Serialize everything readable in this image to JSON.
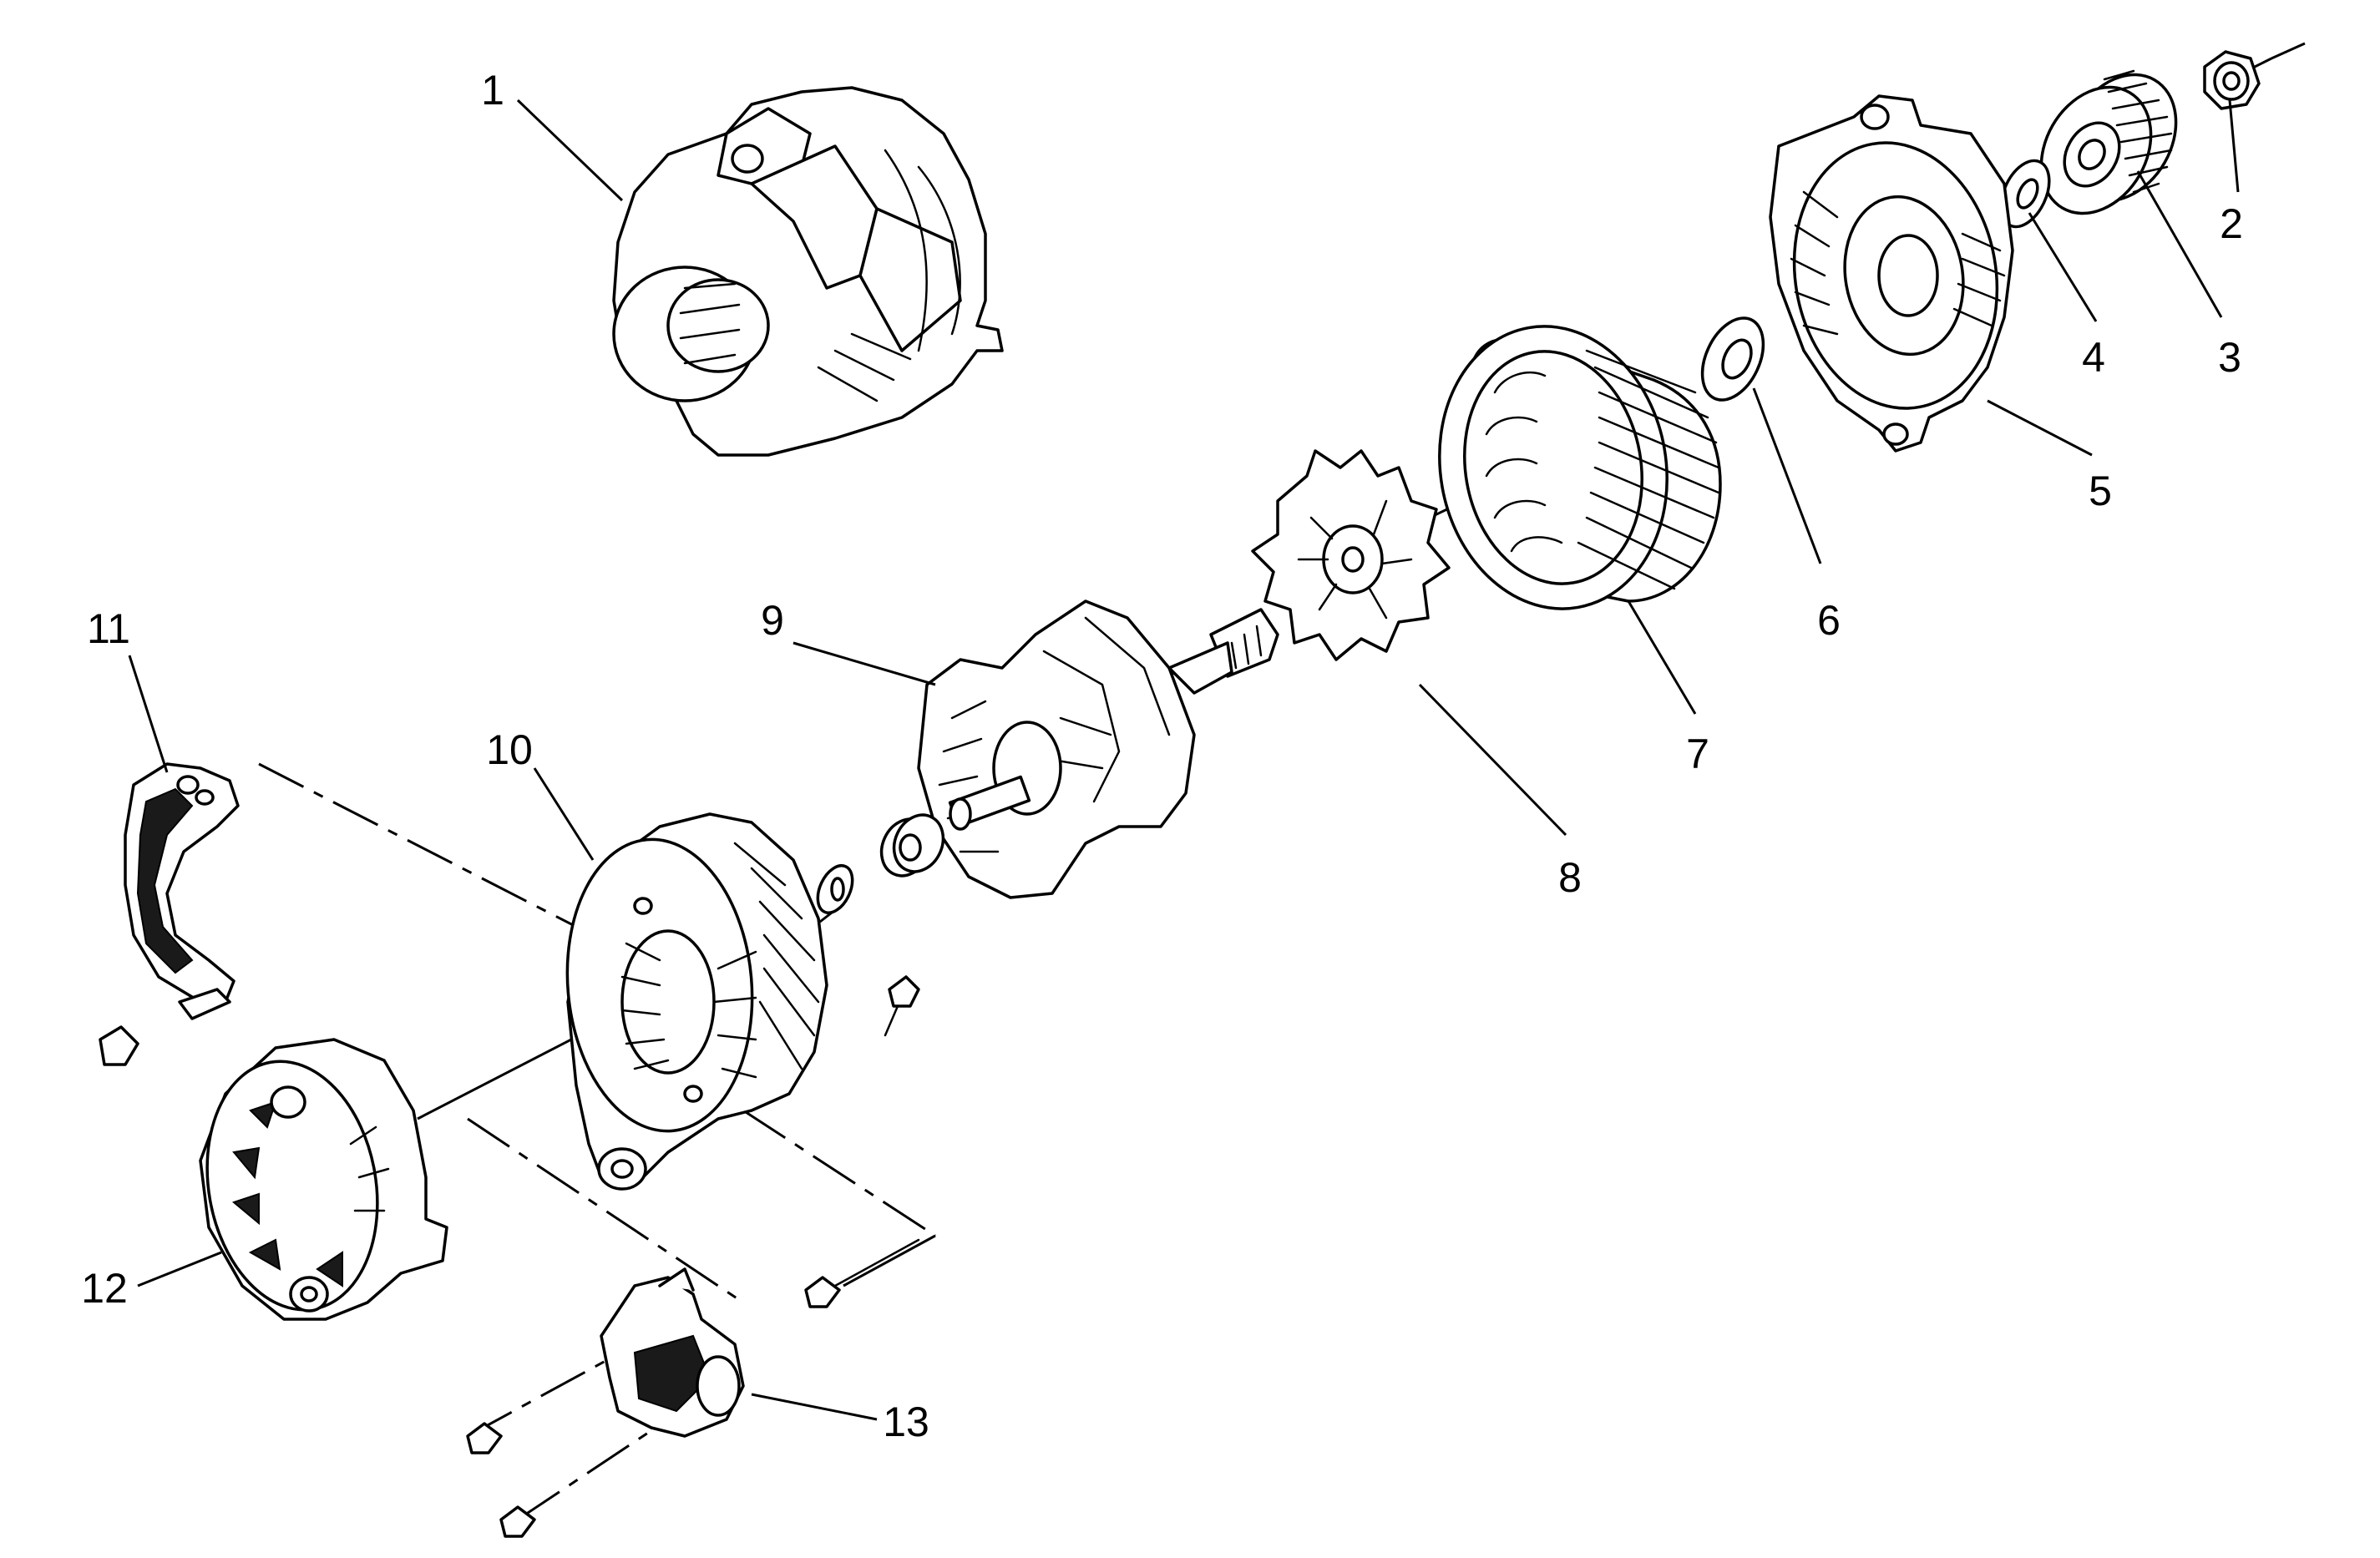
{
  "diagram": {
    "callouts": [
      {
        "id": "1",
        "text": "1"
      },
      {
        "id": "2",
        "text": "2"
      },
      {
        "id": "3",
        "text": "3"
      },
      {
        "id": "4",
        "text": "4"
      },
      {
        "id": "5",
        "text": "5"
      },
      {
        "id": "6",
        "text": "6"
      },
      {
        "id": "7",
        "text": "7"
      },
      {
        "id": "8",
        "text": "8"
      },
      {
        "id": "9",
        "text": "9"
      },
      {
        "id": "10",
        "text": "10"
      },
      {
        "id": "11",
        "text": "11"
      },
      {
        "id": "12",
        "text": "12"
      },
      {
        "id": "13",
        "text": "13"
      }
    ],
    "colors": {
      "line": "#000000",
      "background": "#ffffff",
      "fill_dark": "#1a1a1a"
    }
  }
}
